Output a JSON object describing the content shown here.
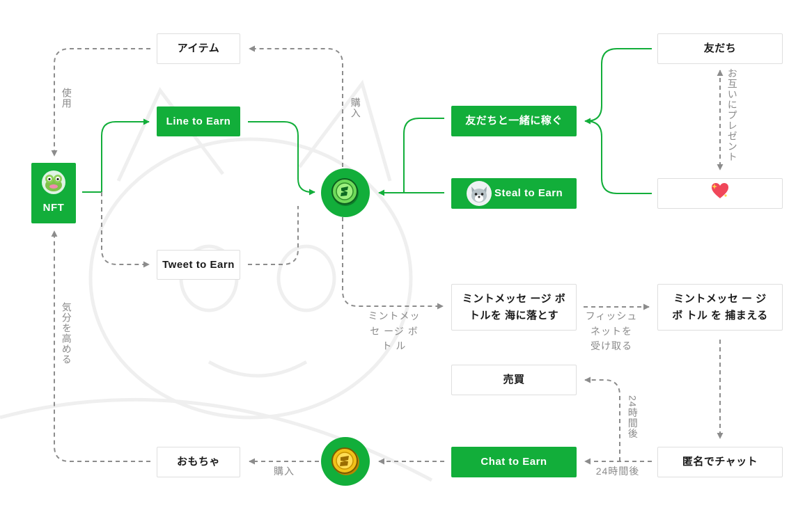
{
  "nodes": {
    "item": "アイテム",
    "nft": "NFT",
    "line_to_earn": "Line to Earn",
    "tweet_to_earn": "Tweet to Earn",
    "friends": "友だち",
    "earn_with_friends": "友だちと一緒に稼ぐ",
    "steal_to_earn": "Steal to Earn",
    "drop_bottle_l1": "ミントメッセ ージ ボ",
    "drop_bottle_l2": "トルを 海に落とす",
    "catch_bottle_l1": "ミントメッセ ー ジ",
    "catch_bottle_l2": "ボ トル を 捕まえる",
    "trade": "売買",
    "anon_chat": "匿名でチャット",
    "chat_to_earn": "Chat to Earn",
    "toy": "おもちゃ"
  },
  "labels": {
    "use": "使用",
    "purchase_top": "購入",
    "mutual_gift": "お互いにプレゼント",
    "mint_bottle_l1": "ミントメッ",
    "mint_bottle_l2": "セ ージ ボ",
    "mint_bottle_l3": "ト ル",
    "fishing_net_l1": "フィッシュ",
    "fishing_net_l2": "ネットを",
    "fishing_net_l3": "受け取る",
    "after_24h_vertical": "24時間後",
    "after_24h_bottom": "24時間後",
    "purchase_bottom": "購入",
    "mood_up": "気分を高める"
  },
  "colors": {
    "green": "#12ae3a",
    "gold": "#f2c21a",
    "dashed": "#8c8c8c"
  }
}
